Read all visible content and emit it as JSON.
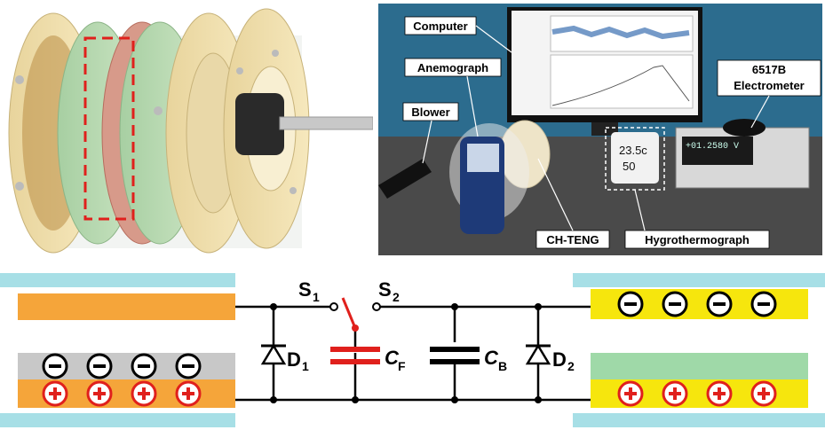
{
  "photo": {
    "labels": {
      "computer": "Computer",
      "anemograph": "Anemograph",
      "blower": "Blower",
      "electrometer_line1": "6517B",
      "electrometer_line2": "Electrometer",
      "chteng": "CH-TENG",
      "hygrothermograph": "Hygrothermograph"
    },
    "hygro_display": {
      "temp": "23.5c",
      "humidity": "50"
    },
    "electrometer_display": {
      "line1": "+01.2580",
      "unit": "V"
    }
  },
  "circuit": {
    "switch1": {
      "letter": "S",
      "sub": "1"
    },
    "switch2": {
      "letter": "S",
      "sub": "2"
    },
    "diode1": {
      "letter": "D",
      "sub": "1"
    },
    "diode2": {
      "letter": "D",
      "sub": "2"
    },
    "capF": {
      "letter": "C",
      "sub": "F"
    },
    "capB": {
      "letter": "C",
      "sub": "B"
    },
    "minus_symbol": "−",
    "plus_symbol": "+",
    "colors": {
      "orange": "#f5a53a",
      "yellow": "#f6e60d",
      "green": "#9fd9a8",
      "cyan": "#a7dfe6",
      "gray": "#c8c8c8",
      "red": "#e0201c"
    }
  }
}
